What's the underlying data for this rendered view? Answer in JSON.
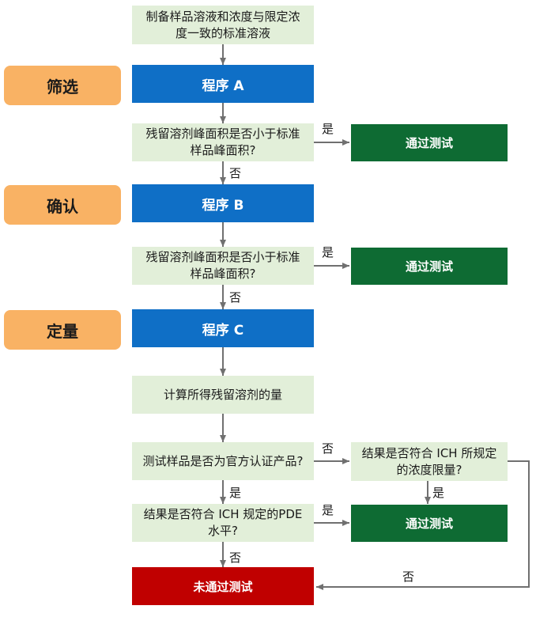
{
  "stages": {
    "screening": "筛选",
    "confirmation": "确认",
    "quantification": "定量"
  },
  "steps": {
    "prepare": "制备样品溶液和浓度与限定浓度一致的标准溶液",
    "procedure_a": "程序 A",
    "decision_1": "残留溶剂峰面积是否小于标准样品峰面积?",
    "pass_1": "通过测试",
    "procedure_b": "程序 B",
    "decision_2": "残留溶剂峰面积是否小于标准样品峰面积?",
    "pass_2": "通过测试",
    "procedure_c": "程序 C",
    "calculate": "计算所得残留溶剂的量",
    "decision_certified": "测试样品是否为官方认证产品?",
    "decision_ich_limit": "结果是否符合 ICH 所规定的浓度限量?",
    "decision_ich_pde": "结果是否符合 ICH 规定的PDE水平?",
    "pass_3": "通过测试",
    "fail": "未通过测试"
  },
  "edge_labels": {
    "yes": "是",
    "no": "否"
  },
  "colors": {
    "step_fill": "#e2efd9",
    "procedure_fill": "#0f6fc6",
    "pass_fill": "#0e6b33",
    "fail_fill": "#c00000",
    "stage_fill": "#f9b264",
    "arrow": "#707070"
  }
}
